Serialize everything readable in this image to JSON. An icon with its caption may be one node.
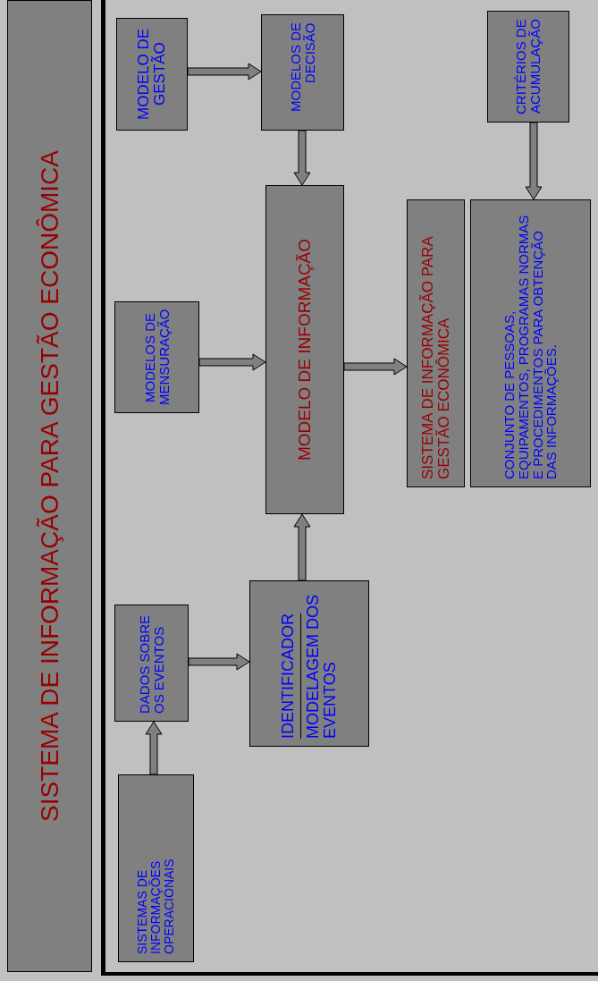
{
  "diagram": {
    "title": "SISTEMA DE INFORMAÇÃO PARA GESTÃO ECONÔMICA",
    "nodes": [
      {
        "text": [
          "MODELO DE GESTÃO"
        ]
      },
      {
        "text": [
          "MODELOS DE DECISÃO"
        ]
      },
      {
        "text": [
          "CRITÉRIOS DE ACUMULAÇÃO"
        ]
      },
      {
        "text": [
          "MODELOS DE MENSURAÇÃO"
        ]
      },
      {
        "text": [
          "MODELO DE INFORMAÇÃO"
        ]
      },
      {
        "text": [
          "SISTEMA DE INFORMAÇÃO PARA GESTÃO ECONÔMICA"
        ]
      },
      {
        "text": [
          "CONJUNTO DE PESSOAS, EQUIPAMENTOS, PROGRAMAS NORMAS E PROCEDIMENTOS PARA OBTENÇÃO DAS INFORMAÇÕES."
        ]
      },
      {
        "text": [
          "DADOS SOBRE OS EVENTOS"
        ]
      },
      {
        "text": [
          "IDENTIFICADOR",
          "MODELAGEM DOS EVENTOS"
        ]
      },
      {
        "text": [
          "SISTEMAS DE INFORMAÇÕES OPERACIONAIS"
        ]
      }
    ],
    "edges": [
      {
        "from": 0,
        "to": 1,
        "arrow": "to"
      },
      {
        "from": 1,
        "to": 4,
        "arrow": "to"
      },
      {
        "from": 2,
        "to": 6,
        "arrow": "to"
      },
      {
        "from": 3,
        "to": 4,
        "arrow": "to"
      },
      {
        "from": 4,
        "to": 5,
        "arrow": "to"
      },
      {
        "from": 7,
        "to": 8,
        "arrow": "to"
      },
      {
        "from": 8,
        "to": 4,
        "arrow": "to"
      },
      {
        "from": 9,
        "to": 7,
        "arrow": "to"
      }
    ]
  }
}
